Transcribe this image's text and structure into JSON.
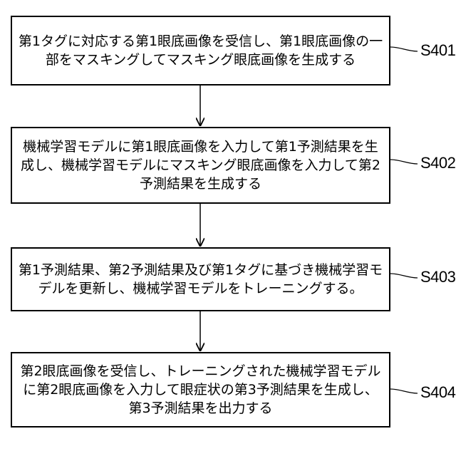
{
  "steps": [
    {
      "id": "S401",
      "text": "第1タグに対応する第1眼底画像を受信し、第1眼底画像の一部をマスキングしてマスキング眼底画像を生成する"
    },
    {
      "id": "S402",
      "text": "機械学習モデルに第1眼底画像を入力して第1予測結果を生成し、機械学習モデルにマスキング眼底画像を入力して第2予測結果を生成する"
    },
    {
      "id": "S403",
      "text": "第1予測結果、第2予測結果及び第1タグに基づき機械学習モデルを更新し、機械学習モデルをトレーニングする。"
    },
    {
      "id": "S404",
      "text": "第2眼底画像を受信し、トレーニングされた機械学習モデルに第2眼底画像を入力して眼症状の第3予測結果を生成し、第3予測結果を出力する"
    }
  ]
}
